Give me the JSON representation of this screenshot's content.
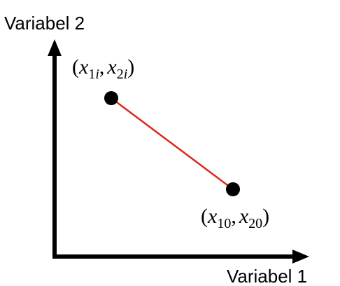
{
  "axes": {
    "x_label": "Variabel 1",
    "y_label": "Variabel 2"
  },
  "points": [
    {
      "label_parts": {
        "open": "(",
        "v1": "x",
        "s1": "1",
        "s1i": "i",
        "sep": ",",
        "v2": "x",
        "s2": "2",
        "s2i": "i",
        "close": ")"
      }
    },
    {
      "label_parts": {
        "open": "(",
        "v1": "x",
        "s1": "10",
        "sep": ",",
        "v2": "x",
        "s2": "20",
        "close": ")"
      }
    }
  ],
  "colors": {
    "axis": "#000000",
    "point": "#000000",
    "connector": "#e0261c"
  }
}
